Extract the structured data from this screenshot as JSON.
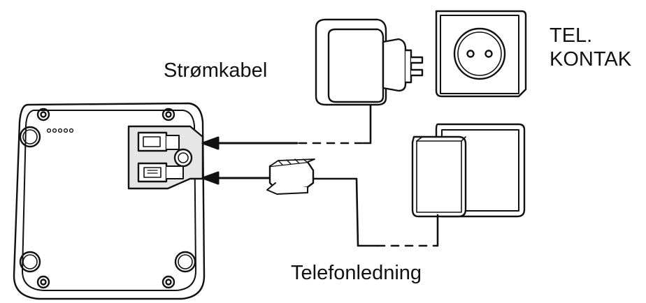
{
  "labels": {
    "power_cable": "Strømkabel",
    "phone_cord": "Telefonledning",
    "tel_socket_line1": "TEL.",
    "tel_socket_line2": "KONTAK"
  },
  "icons": [
    "base-station-underside",
    "power-adapter",
    "wall-power-socket",
    "telephone-wall-socket",
    "rj11-plug"
  ],
  "colors": {
    "line": "#111111",
    "fill": "#ffffff",
    "shade": "#e8e8e8"
  }
}
